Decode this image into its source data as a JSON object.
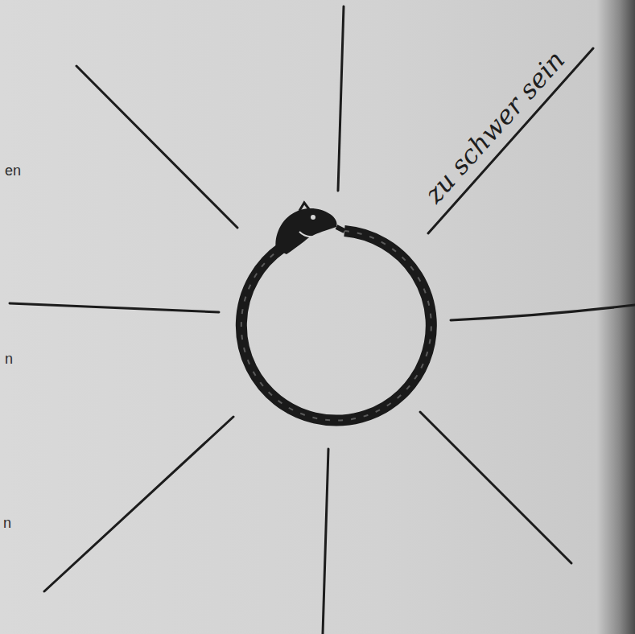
{
  "diagram": {
    "labels": [
      "zu schwer sein",
      "en",
      "n",
      "n"
    ]
  }
}
